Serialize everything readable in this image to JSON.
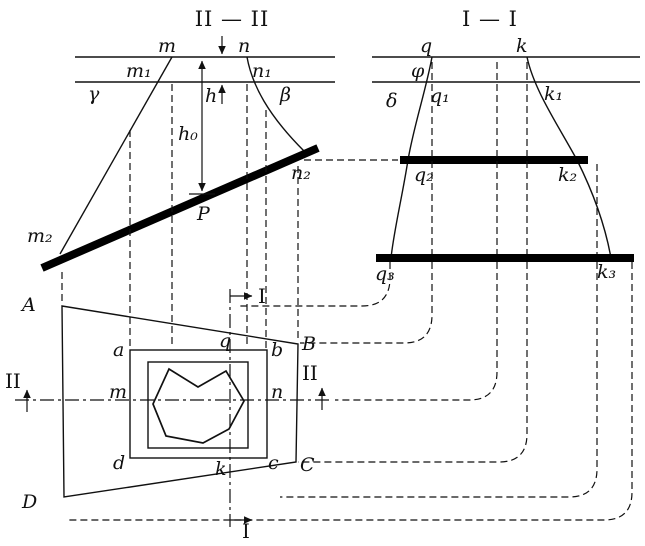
{
  "diagram": {
    "title_section_ii": "II — II",
    "title_section_i": "I — I"
  },
  "section_ii": {
    "m": "m",
    "n": "n",
    "m1": "m₁",
    "n1": "n₁",
    "gamma": "γ",
    "beta": "β",
    "h": "h",
    "h0": "h₀",
    "n2": "n₂",
    "m2": "m₂",
    "p": "P"
  },
  "section_i": {
    "q": "q",
    "k": "k",
    "phi": "φ",
    "delta": "δ",
    "q1": "q₁",
    "k1": "k₁",
    "q2": "q₂",
    "k2": "k₂",
    "q3": "q₃",
    "k3": "k₃"
  },
  "plan": {
    "A": "A",
    "B": "B",
    "C": "C",
    "D": "D",
    "a": "a",
    "b": "b",
    "c": "c",
    "d": "d",
    "q": "q",
    "k": "k",
    "m": "m",
    "n": "n"
  },
  "section_marks": {
    "i": "I",
    "ii": "II"
  },
  "colors": {
    "ink": "#111111",
    "background": "#ffffff"
  }
}
